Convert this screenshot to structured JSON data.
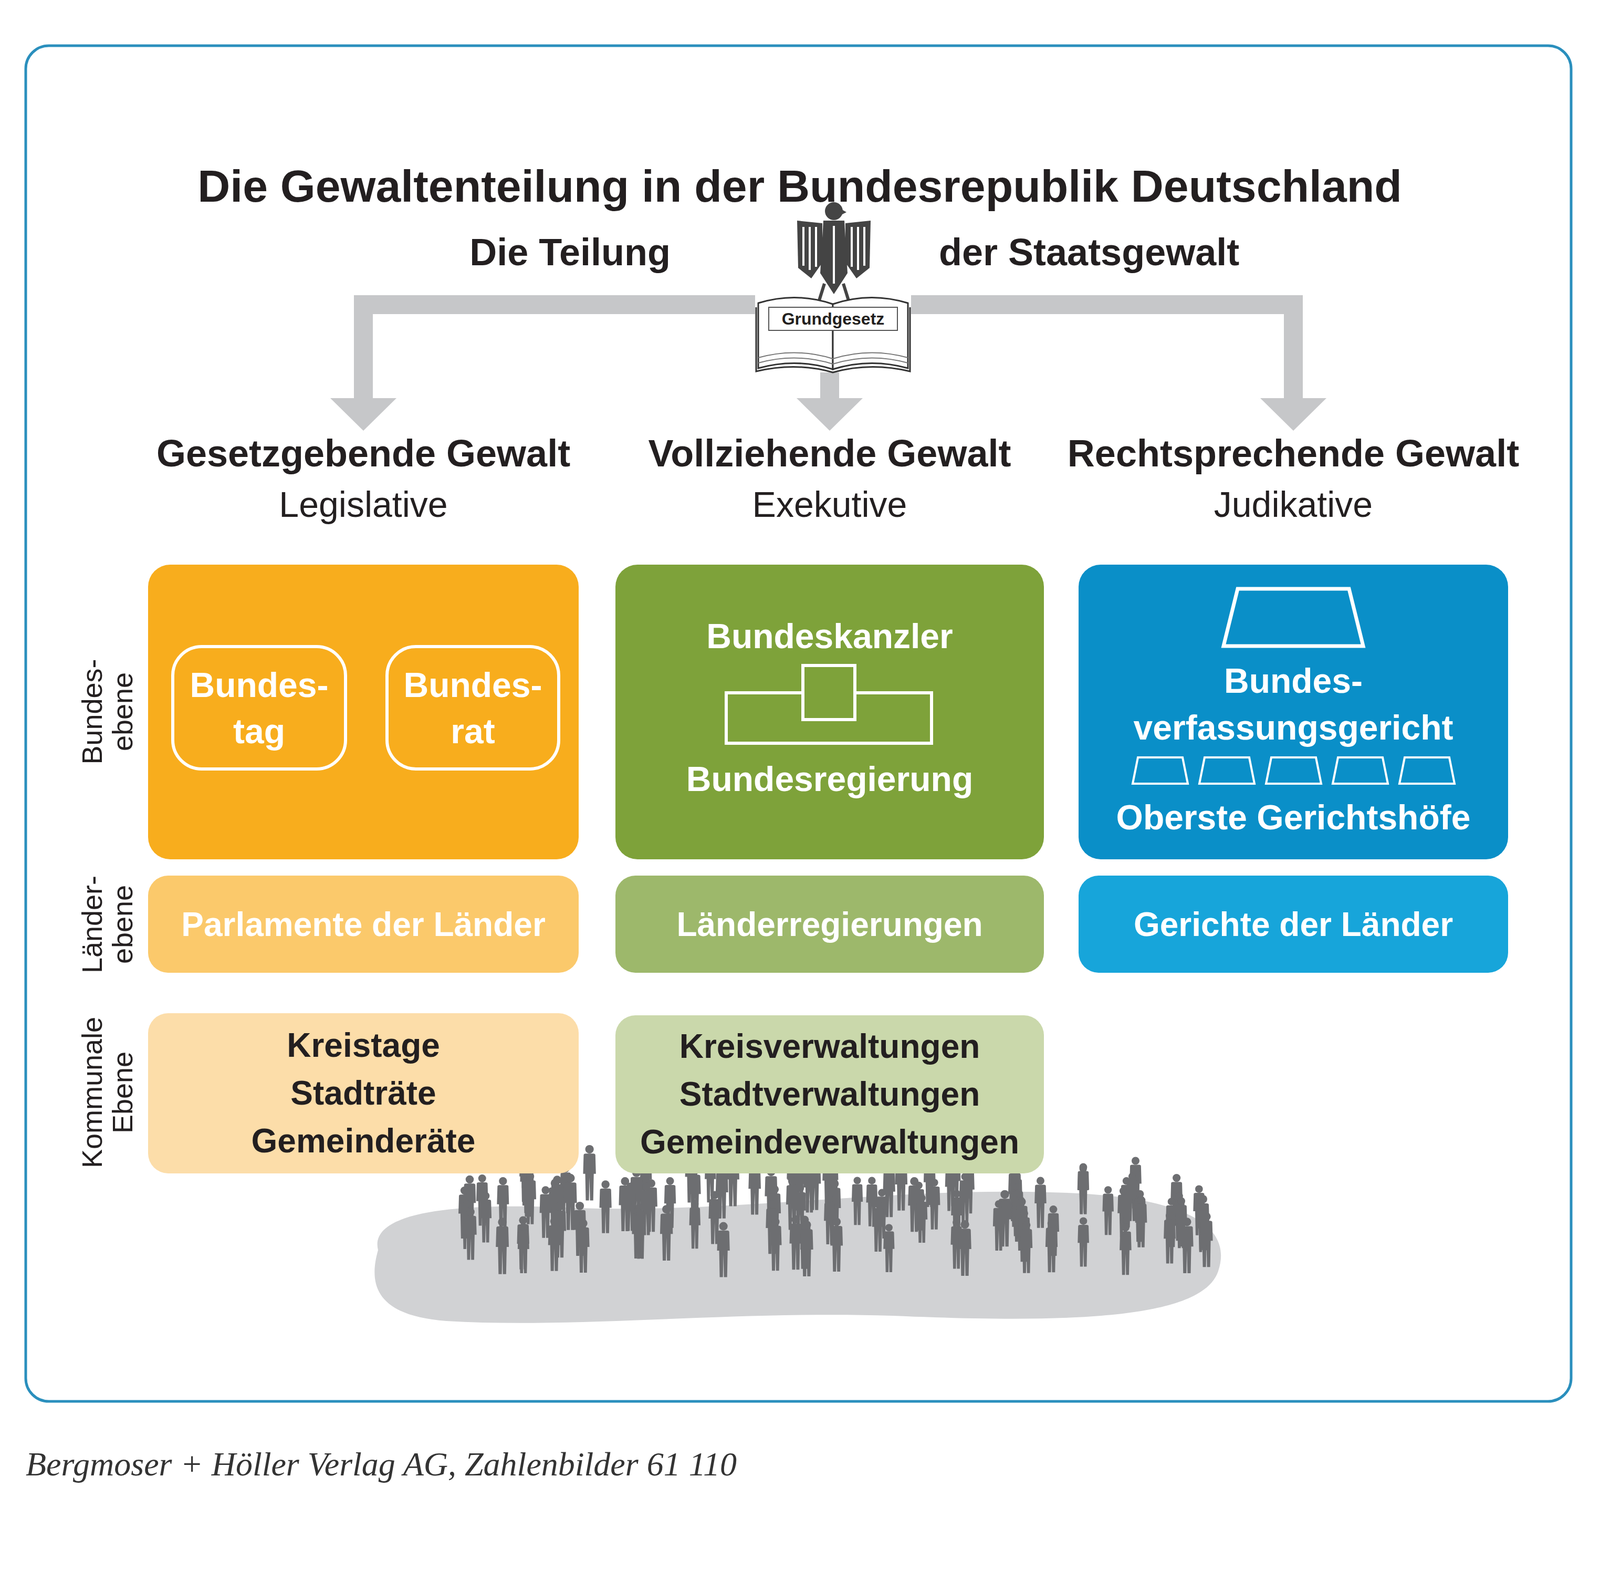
{
  "diagram": {
    "title": "Die Gewaltenteilung in der Bundesrepublik Deutschland",
    "caption": "Bergmoser + Höller Verlag AG, Zahlenbilder 61 110",
    "nodes": [
      {
        "text": [
          "Grundgesetz"
        ]
      },
      {
        "text": [
          "Gesetzgebende Gewalt",
          "Legislative"
        ]
      },
      {
        "text": [
          "Bundes- tag"
        ],
        "in": 1
      },
      {
        "text": [
          "Bundes- rat"
        ],
        "in": 1
      },
      {
        "text": [
          "Vollziehende Gewalt",
          "Exekutive",
          "Bundeskanzler",
          "Bundesregierung"
        ]
      },
      {
        "text": [
          "Rechtsprechende Gewalt",
          "Judikative",
          "Bundes- verfassungsgericht",
          "Oberste Gerichtshöfe"
        ]
      },
      {
        "text": [
          "Parlamente der Länder"
        ]
      },
      {
        "text": [
          "Länderregierungen"
        ]
      },
      {
        "text": [
          "Gerichte der Länder"
        ]
      },
      {
        "text": [
          "Kreistage Stadträte Gemeinderäte"
        ]
      },
      {
        "text": [
          "Kreisverwaltungen Stadtverwaltungen Gemeindeverwaltungen"
        ]
      }
    ],
    "edges": [
      {
        "from": 0,
        "to": 1,
        "arrow": "to"
      },
      {
        "from": 0,
        "to": 4,
        "arrow": "to"
      },
      {
        "from": 0,
        "to": 5,
        "arrow": "to"
      }
    ],
    "labels": [
      "Die Teilung",
      "der Staatsgewalt",
      "Bundes- ebene",
      "Länder- ebene",
      "Kommunale Ebene"
    ]
  }
}
